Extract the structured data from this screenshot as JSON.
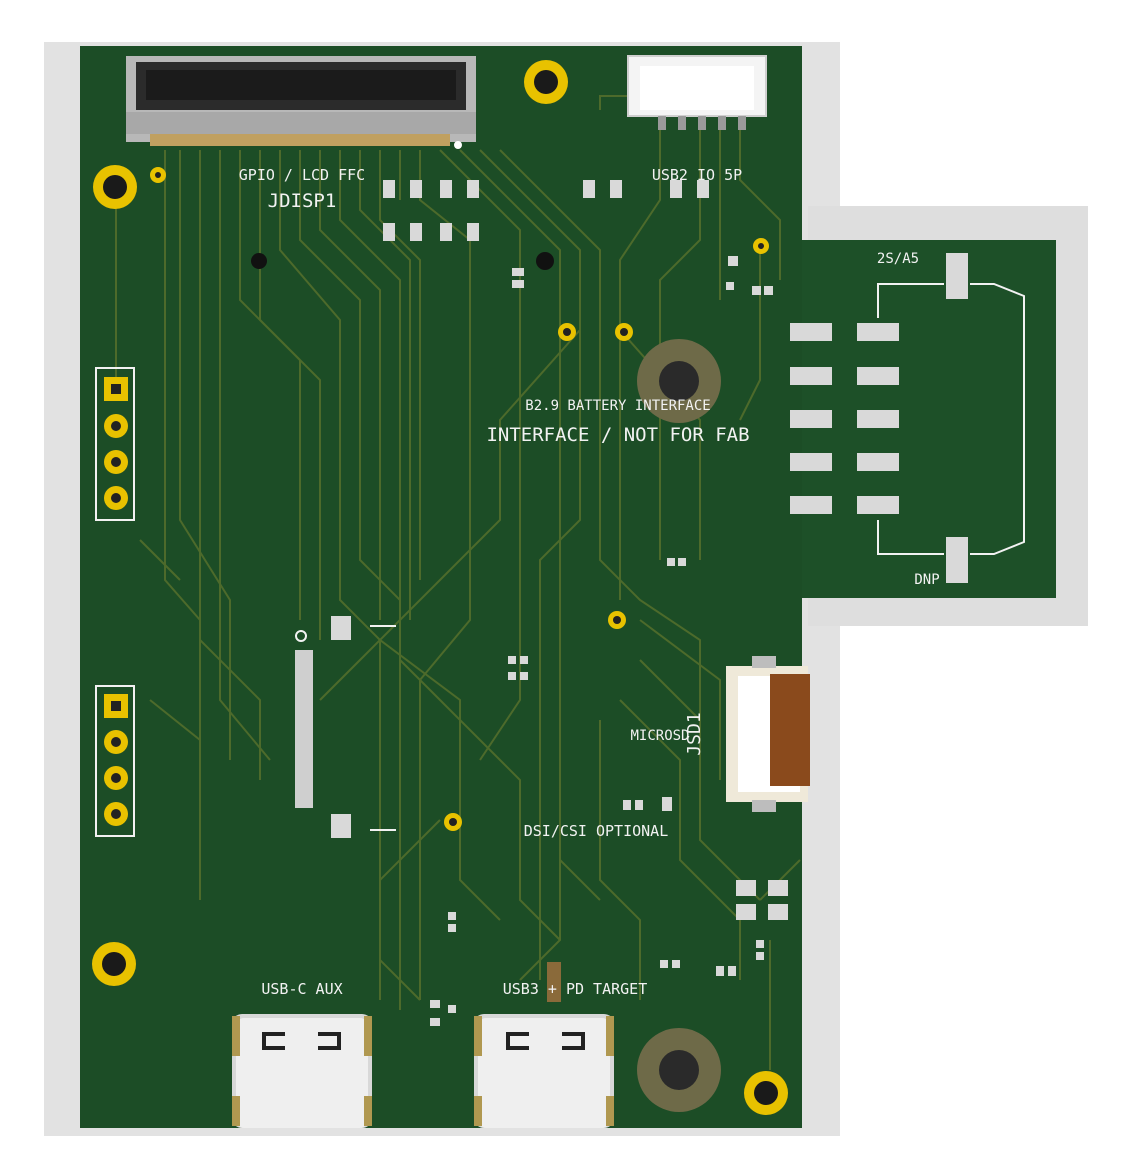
{
  "colors": {
    "board": "#1c4d26",
    "board_dark": "#163f1f",
    "trace": "#5a6a2a",
    "gold": "#e8c200",
    "silk": "#f2f2f2",
    "pad": "#d9d9d9",
    "shadow": "#d8d8d8"
  },
  "silkscreen": {
    "gpio_lcd_ffc": "GPIO / LCD FFC",
    "jdisp1": "JDISP1",
    "usb2_io_5p": "USB2 IO 5P",
    "battery_interface": "B2.9 BATTERY INTERFACE",
    "not_for_fab": "INTERFACE / NOT FOR FAB",
    "two_s_a5": "2S/A5",
    "dnp": "DNP",
    "microsd": "MICROSD",
    "jsd1": "JSD1",
    "dsi_csi_optional": "DSI/CSI OPTIONAL",
    "usb_c_aux": "USB-C AUX",
    "usb3_pd_target": "USB3 + PD TARGET"
  }
}
